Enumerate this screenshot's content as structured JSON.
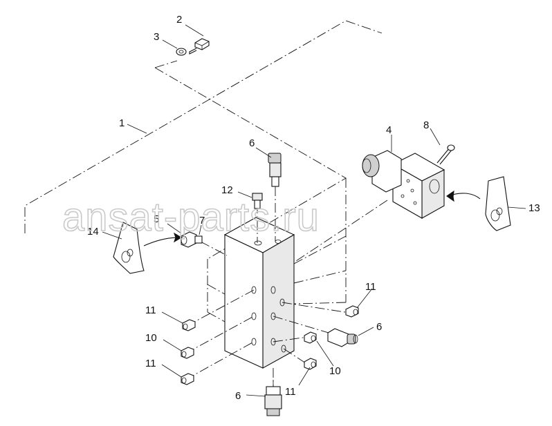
{
  "watermark": "ansat-parts.ru",
  "corner_mark": "",
  "callouts": [
    {
      "id": "c1",
      "label": "1"
    },
    {
      "id": "c2",
      "label": "2"
    },
    {
      "id": "c3",
      "label": "3"
    },
    {
      "id": "c4",
      "label": "4"
    },
    {
      "id": "c5",
      "label": "5"
    },
    {
      "id": "c6a",
      "label": "6"
    },
    {
      "id": "c6b",
      "label": "6"
    },
    {
      "id": "c6c",
      "label": "6"
    },
    {
      "id": "c7",
      "label": "7"
    },
    {
      "id": "c8",
      "label": "8"
    },
    {
      "id": "c10a",
      "label": "10"
    },
    {
      "id": "c10b",
      "label": "10"
    },
    {
      "id": "c11a",
      "label": "11"
    },
    {
      "id": "c11b",
      "label": "11"
    },
    {
      "id": "c11c",
      "label": "11"
    },
    {
      "id": "c11d",
      "label": "11"
    },
    {
      "id": "c12",
      "label": "12"
    },
    {
      "id": "c13",
      "label": "13"
    },
    {
      "id": "c14",
      "label": "14"
    }
  ]
}
